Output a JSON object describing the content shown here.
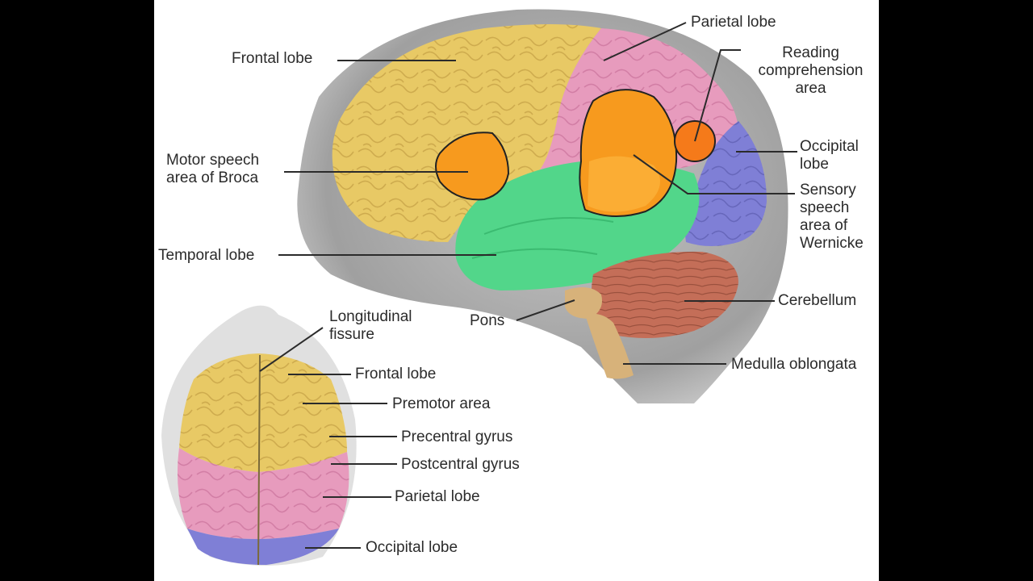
{
  "colors": {
    "frame": "#000000",
    "panel": "#ffffff",
    "frontal": "#e8c965",
    "parietal": "#e79bbd",
    "occipital": "#7f7fd6",
    "temporal": "#52d68a",
    "broca": "#f79a1e",
    "wernicke": "#f79a1e",
    "reading": "#f57a1a",
    "cerebellum": "#c46e58",
    "brainstem": "#d7b27a",
    "head": "#9a9a9a"
  },
  "labels": {
    "frontal_lobe": "Frontal lobe",
    "parietal_lobe": "Parietal lobe",
    "reading": [
      "Reading",
      "comprehension",
      "area"
    ],
    "occipital": [
      "Occipital",
      "lobe"
    ],
    "broca": [
      "Motor speech",
      "area of Broca"
    ],
    "wernicke": [
      "Sensory",
      "speech",
      "area of",
      "Wernicke"
    ],
    "temporal_lobe": "Temporal lobe",
    "cerebellum": "Cerebellum",
    "pons": "Pons",
    "medulla": "Medulla oblongata",
    "longitudinal": [
      "Longitudinal",
      "fissure"
    ],
    "top_frontal": "Frontal lobe",
    "premotor": "Premotor area",
    "precentral": "Precentral gyrus",
    "postcentral": "Postcentral gyrus",
    "top_parietal": "Parietal lobe",
    "top_occipital": "Occipital lobe"
  }
}
